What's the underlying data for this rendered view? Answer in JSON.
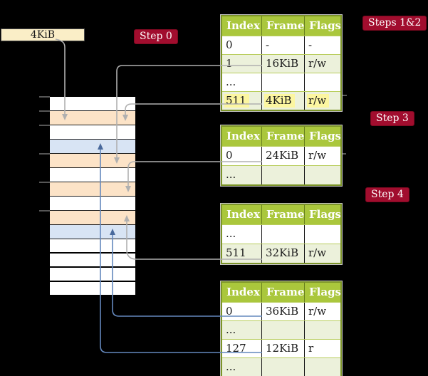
{
  "colors": {
    "background": "#000000",
    "badge_red": "#a10d2e",
    "table_header_green": "#aac73c",
    "table_border_olive": "#7c9428",
    "row_tint_green": "#ecf1db",
    "highlight_yellow": "#fcf6a0",
    "page_row_peach": "#fce3c7",
    "table_row_blue": "#d8e4f4",
    "legend_fill_cream": "#faeec7",
    "arrow_grey": "#b0b0b0",
    "arrow_blue_line": "#6488bd",
    "arrow_blue_head": "#49699c"
  },
  "legend": {
    "label": "4KiB"
  },
  "badges": {
    "step0": "Step 0",
    "steps12": "Steps 1&2",
    "step3": "Step 3",
    "step4": "Step 4"
  },
  "memory": {
    "rows": [
      "white",
      "peach",
      "white",
      "blue",
      "peach",
      "white",
      "peach",
      "white",
      "peach",
      "blue",
      "white",
      "white",
      "white",
      "white"
    ]
  },
  "tables": [
    {
      "columns": [
        "Index",
        "Frame",
        "Flags"
      ],
      "rows": [
        {
          "index": "0",
          "frame": "-",
          "flags": "-",
          "tinted": false,
          "highlighted": false
        },
        {
          "index": "1",
          "frame": "16KiB",
          "flags": "r/w",
          "tinted": true,
          "highlighted": false
        },
        {
          "index": "...",
          "frame": "",
          "flags": "",
          "tinted": false,
          "highlighted": false
        },
        {
          "index": "511",
          "frame": "4KiB",
          "flags": "r/w",
          "tinted": true,
          "highlighted": true
        }
      ]
    },
    {
      "columns": [
        "Index",
        "Frame",
        "Flags"
      ],
      "rows": [
        {
          "index": "0",
          "frame": "24KiB",
          "flags": "r/w",
          "tinted": false,
          "highlighted": false
        },
        {
          "index": "...",
          "frame": "",
          "flags": "",
          "tinted": true,
          "highlighted": false
        }
      ]
    },
    {
      "columns": [
        "Index",
        "Frame",
        "Flags"
      ],
      "rows": [
        {
          "index": "...",
          "frame": "",
          "flags": "",
          "tinted": false,
          "highlighted": false
        },
        {
          "index": "511",
          "frame": "32KiB",
          "flags": "r/w",
          "tinted": true,
          "highlighted": false
        }
      ]
    },
    {
      "columns": [
        "Index",
        "Frame",
        "Flags"
      ],
      "rows": [
        {
          "index": "0",
          "frame": "36KiB",
          "flags": "r/w",
          "tinted": false,
          "highlighted": false
        },
        {
          "index": "...",
          "frame": "",
          "flags": "",
          "tinted": true,
          "highlighted": false
        },
        {
          "index": "127",
          "frame": "12KiB",
          "flags": "r",
          "tinted": false,
          "highlighted": false
        },
        {
          "index": "...",
          "frame": "",
          "flags": "",
          "tinted": true,
          "highlighted": false
        }
      ]
    }
  ]
}
